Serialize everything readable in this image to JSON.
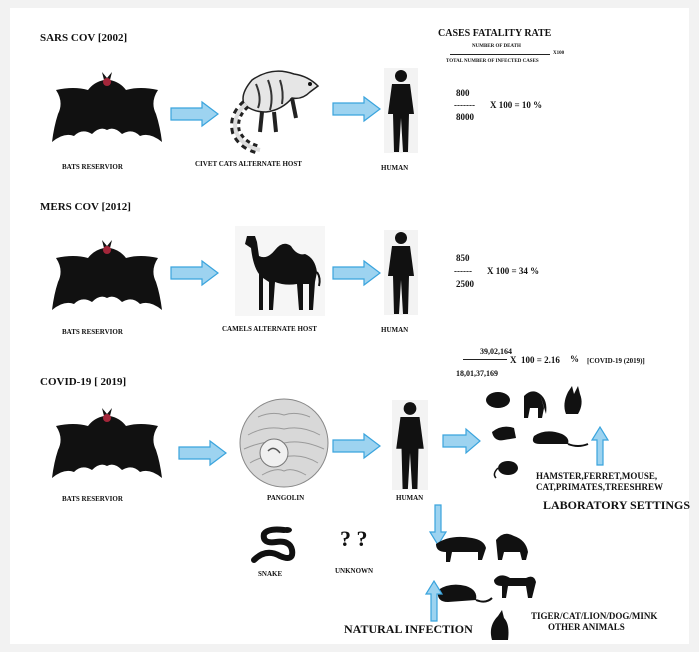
{
  "rows": {
    "sars": {
      "title": "SARS COV [2002]",
      "bat_label": "BATS RESERVIOR",
      "host_label": "CIVET CATS ALTERNATE HOST",
      "human_label": "HUMAN",
      "numerator": "800",
      "dash": "-------",
      "denominator": "8000",
      "result": "X 100 = 10 %"
    },
    "mers": {
      "title": "MERS COV [2012]",
      "bat_label": "BATS RESERVIOR",
      "host_label": "CAMELS ALTERNATE HOST",
      "human_label": "HUMAN",
      "numerator": "850",
      "dash": "------",
      "denominator": "2500",
      "result": "X 100 = 34 %"
    },
    "covid": {
      "title": "COVID-19 [ 2019]",
      "bat_label": "BATS RESERVIOR",
      "host_label": "PANGOLIN",
      "human_label": "HUMAN",
      "numerator": "39,02,164",
      "denominator": "18,01,37,169",
      "result_x": "X",
      "result": "100 = 2.16",
      "percent": "%",
      "tag": "[COVID-19 (2019)]"
    }
  },
  "cfr": {
    "title": "CASES FATALITY RATE",
    "numerator": "NUMBER OF DEATH",
    "times": "X100",
    "denominator": "TOTAL NUMBER OF INFECTED  CASES"
  },
  "lab": {
    "animals": "HAMSTER,FERRET,MOUSE,",
    "animals2": "CAT,PRIMATES,TREESHREW",
    "title": "LABORATORY SETTINGS"
  },
  "natural": {
    "snake_label": "SNAKE",
    "question_marks": "? ?",
    "unknown_label": "UNKNOWN",
    "title": "NATURAL INFECTION",
    "animals": "TIGER/CAT/LION/DOG/MINK",
    "animals2": "OTHER ANIMALS"
  },
  "colors": {
    "arrow": "#9dd3f0",
    "arrow_stroke": "#3aa4dd",
    "silhouette": "#111111"
  }
}
